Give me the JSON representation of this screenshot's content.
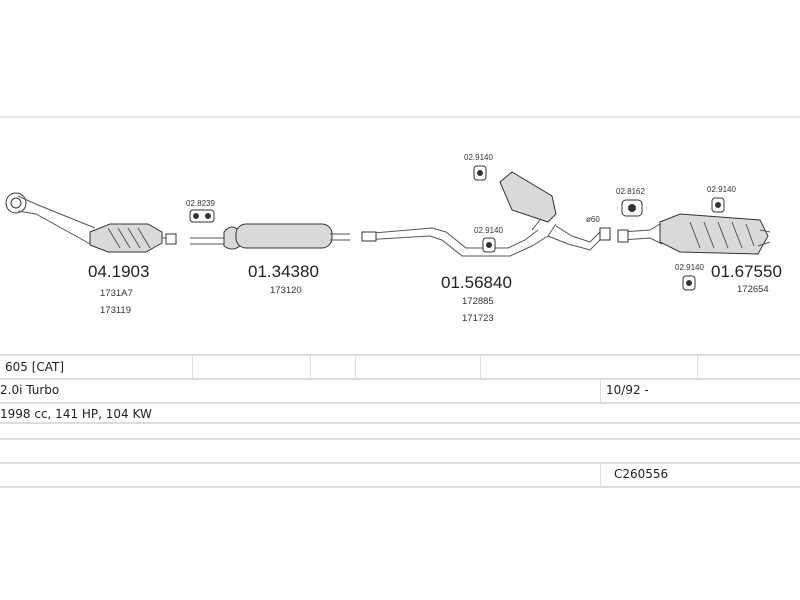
{
  "parts": {
    "front_cat": {
      "code": "04.1903",
      "refs": [
        "1731A7",
        "173119"
      ]
    },
    "front_clamp": {
      "code": "02.8239"
    },
    "middle_silencer": {
      "code": "01.34380",
      "refs": [
        "173120"
      ]
    },
    "center_pipe": {
      "code": "01.56840",
      "refs": [
        "172885",
        "171723"
      ],
      "hanger_top": "02.9140",
      "hanger_mid": "02.9140"
    },
    "diameter_label": "ø60",
    "rear_clamp": {
      "code": "02.8162"
    },
    "rear_silencer": {
      "code": "01.67550",
      "refs": [
        "172654"
      ],
      "hanger_top": "02.9140",
      "hanger_left": "02.9140"
    }
  },
  "vehicle": {
    "model": "605  [CAT]",
    "engine": "2.0i Turbo",
    "production": "10/92 -",
    "specs": "1998 cc, 141 HP, 104 KW",
    "code": "C260556"
  },
  "icons": {
    "catalyst": "catalytic-converter-icon",
    "silencer": "muffler-icon",
    "clamp": "clamp-icon",
    "hanger": "rubber-hanger-icon"
  }
}
